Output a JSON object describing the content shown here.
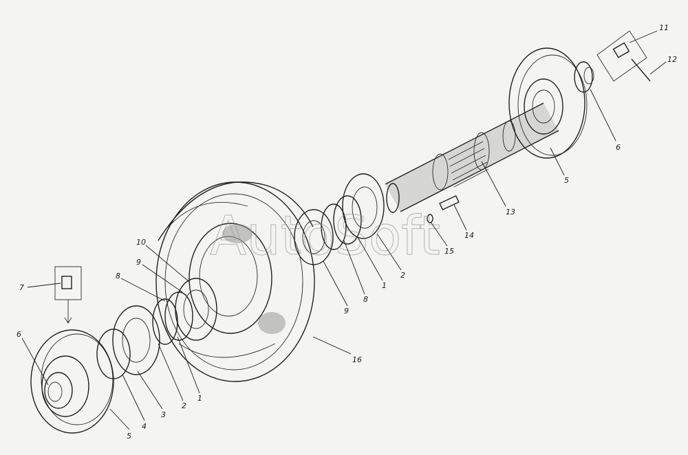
{
  "watermark": "AutoSoft",
  "callouts": [
    {
      "id": "c11",
      "text": "11"
    },
    {
      "id": "c12",
      "text": "12"
    },
    {
      "id": "c6r",
      "text": "6"
    },
    {
      "id": "c5r",
      "text": "5"
    },
    {
      "id": "c13",
      "text": "13"
    },
    {
      "id": "c14",
      "text": "14"
    },
    {
      "id": "c15",
      "text": "15"
    },
    {
      "id": "c2r",
      "text": "2"
    },
    {
      "id": "c1r",
      "text": "1"
    },
    {
      "id": "c8r",
      "text": "8"
    },
    {
      "id": "c9r",
      "text": "9"
    },
    {
      "id": "c16",
      "text": "16"
    },
    {
      "id": "c10",
      "text": "10"
    },
    {
      "id": "c9l",
      "text": "9"
    },
    {
      "id": "c8l",
      "text": "8"
    },
    {
      "id": "c7",
      "text": "7"
    },
    {
      "id": "c6l",
      "text": "6"
    },
    {
      "id": "c5l",
      "text": "5"
    },
    {
      "id": "c4",
      "text": "4"
    },
    {
      "id": "c3",
      "text": "3"
    },
    {
      "id": "c2l",
      "text": "2"
    },
    {
      "id": "c1l",
      "text": "1"
    }
  ]
}
